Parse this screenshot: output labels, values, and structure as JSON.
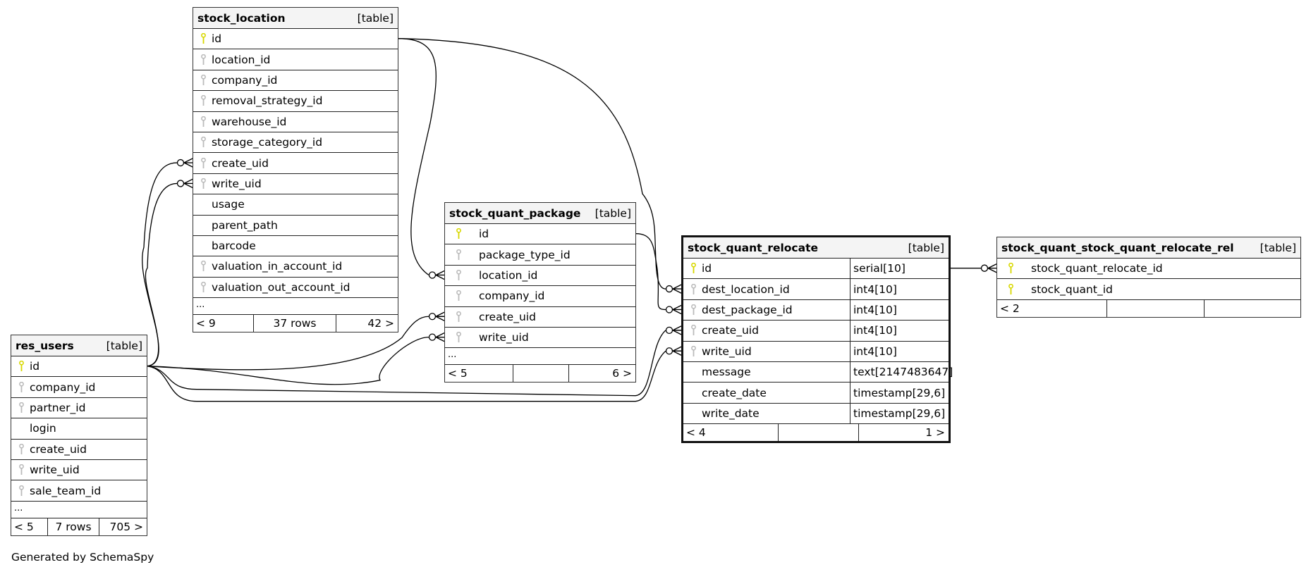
{
  "colors": {
    "primary_key": "#d8d800",
    "foreign_key": "#bbbbbb",
    "header_bg": "#f4f4f4",
    "border": "#222222",
    "edge": "#000000"
  },
  "type_label": "[table]",
  "tables": {
    "stock_location": {
      "name": "stock_location",
      "columns": [
        {
          "name": "id",
          "key": "primary"
        },
        {
          "name": "location_id",
          "key": "foreign"
        },
        {
          "name": "company_id",
          "key": "foreign"
        },
        {
          "name": "removal_strategy_id",
          "key": "foreign"
        },
        {
          "name": "warehouse_id",
          "key": "foreign"
        },
        {
          "name": "storage_category_id",
          "key": "foreign"
        },
        {
          "name": "create_uid",
          "key": "foreign"
        },
        {
          "name": "write_uid",
          "key": "foreign"
        },
        {
          "name": "usage",
          "key": "none"
        },
        {
          "name": "parent_path",
          "key": "none"
        },
        {
          "name": "barcode",
          "key": "none"
        },
        {
          "name": "valuation_in_account_id",
          "key": "foreign"
        },
        {
          "name": "valuation_out_account_id",
          "key": "foreign"
        }
      ],
      "ellipsis": "...",
      "footer": {
        "parents": "< 9",
        "rows": "37 rows",
        "children": "42 >"
      }
    },
    "res_users": {
      "name": "res_users",
      "columns": [
        {
          "name": "id",
          "key": "primary"
        },
        {
          "name": "company_id",
          "key": "foreign"
        },
        {
          "name": "partner_id",
          "key": "foreign"
        },
        {
          "name": "login",
          "key": "none"
        },
        {
          "name": "create_uid",
          "key": "foreign"
        },
        {
          "name": "write_uid",
          "key": "foreign"
        },
        {
          "name": "sale_team_id",
          "key": "foreign"
        }
      ],
      "ellipsis": "...",
      "footer": {
        "parents": "< 5",
        "rows": "7 rows",
        "children": "705 >"
      }
    },
    "stock_quant_package": {
      "name": "stock_quant_package",
      "columns": [
        {
          "name": "id",
          "key": "primary"
        },
        {
          "name": "package_type_id",
          "key": "foreign"
        },
        {
          "name": "location_id",
          "key": "foreign"
        },
        {
          "name": "company_id",
          "key": "foreign"
        },
        {
          "name": "create_uid",
          "key": "foreign"
        },
        {
          "name": "write_uid",
          "key": "foreign"
        }
      ],
      "ellipsis": "...",
      "footer": {
        "parents": "< 5",
        "rows": "",
        "children": "6 >"
      }
    },
    "stock_quant_relocate": {
      "name": "stock_quant_relocate",
      "columns": [
        {
          "name": "id",
          "key": "primary",
          "type": "serial[10]"
        },
        {
          "name": "dest_location_id",
          "key": "foreign",
          "type": "int4[10]"
        },
        {
          "name": "dest_package_id",
          "key": "foreign",
          "type": "int4[10]"
        },
        {
          "name": "create_uid",
          "key": "foreign",
          "type": "int4[10]"
        },
        {
          "name": "write_uid",
          "key": "foreign",
          "type": "int4[10]"
        },
        {
          "name": "message",
          "key": "none",
          "type": "text[2147483647]"
        },
        {
          "name": "create_date",
          "key": "none",
          "type": "timestamp[29,6]"
        },
        {
          "name": "write_date",
          "key": "none",
          "type": "timestamp[29,6]"
        }
      ],
      "footer": {
        "parents": "< 4",
        "rows": "",
        "children": "1 >"
      }
    },
    "stock_quant_stock_quant_relocate_rel": {
      "name": "stock_quant_stock_quant_relocate_rel",
      "columns": [
        {
          "name": "stock_quant_relocate_id",
          "key": "primary"
        },
        {
          "name": "stock_quant_id",
          "key": "primary"
        }
      ],
      "footer": {
        "parents": "< 2",
        "rows": "",
        "children": ""
      }
    }
  },
  "relationships": [
    {
      "from": "res_users.id",
      "to": "stock_location.create_uid"
    },
    {
      "from": "res_users.id",
      "to": "stock_location.write_uid"
    },
    {
      "from": "res_users.id",
      "to": "stock_quant_package.create_uid"
    },
    {
      "from": "res_users.id",
      "to": "stock_quant_package.write_uid"
    },
    {
      "from": "res_users.id",
      "to": "stock_quant_relocate.create_uid"
    },
    {
      "from": "res_users.id",
      "to": "stock_quant_relocate.write_uid"
    },
    {
      "from": "stock_location.id",
      "to": "stock_quant_package.location_id"
    },
    {
      "from": "stock_location.id",
      "to": "stock_quant_relocate.dest_location_id"
    },
    {
      "from": "stock_quant_package.id",
      "to": "stock_quant_relocate.dest_package_id"
    },
    {
      "from": "stock_quant_relocate.id",
      "to": "stock_quant_stock_quant_relocate_rel.stock_quant_relocate_id"
    }
  ],
  "footer_text": "Generated by SchemaSpy"
}
